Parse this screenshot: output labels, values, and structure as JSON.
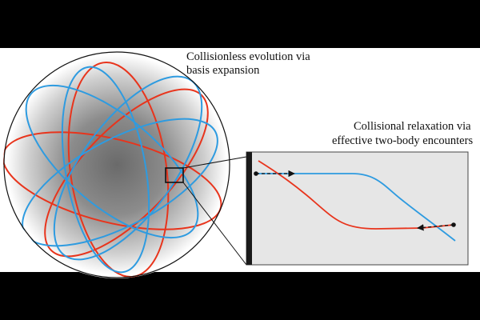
{
  "labels": {
    "collisionless_line1": "Collisionless evolution via",
    "collisionless_line2": "basis expansion",
    "collisional_line1": "Collisional relaxation via",
    "collisional_line2": "effective two-body encounters"
  },
  "colors": {
    "letterbox": "#000000",
    "background": "#ffffff",
    "red_orbit": "#e8341c",
    "blue_orbit": "#2e9be0",
    "panel_fill": "#e6e6e6",
    "panel_edge": "#1a1a1a",
    "halo_core": "#6e6e6e",
    "halo_edge": "#ffffff"
  }
}
